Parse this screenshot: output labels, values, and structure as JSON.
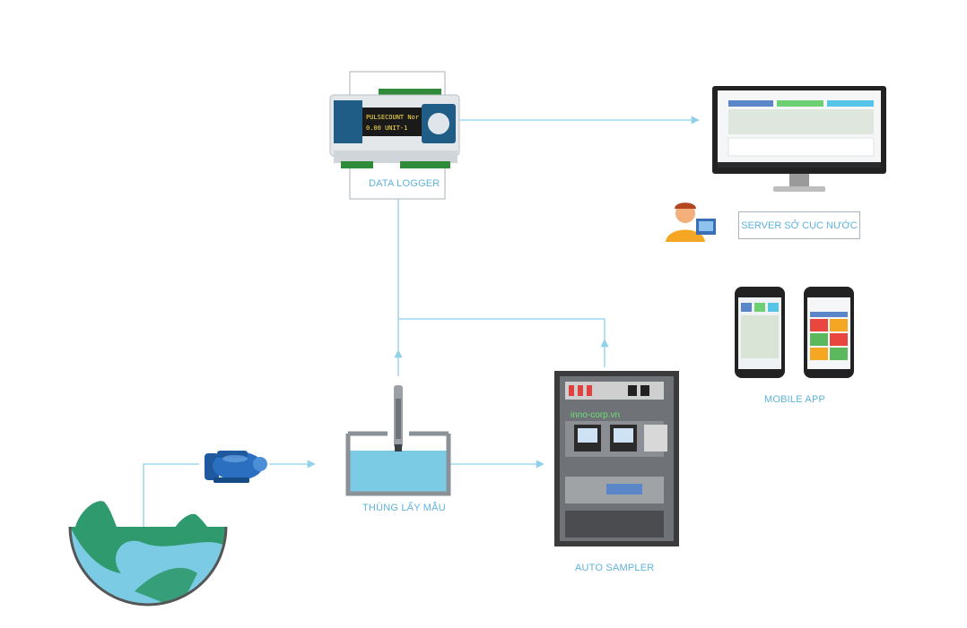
{
  "labels": {
    "data_logger": "DATA LOGGER",
    "server": "SERVER SỞ CỤC NƯỚC",
    "mobile_app": "MOBILE APP",
    "tank": "THÙNG LẤY MẪU",
    "auto_sampler": "AUTO SAMPLER",
    "watermark": "inno-corp.vn"
  },
  "logger_screen": {
    "line1": "PULSECOUNT  Nor",
    "line2": "0.00 UNIT-1"
  },
  "colors": {
    "connector": "#8fd0ea",
    "water": "#7ccbe4",
    "hill": "#2f9a6e",
    "river": "#6fc2e0",
    "tank_outline": "#8a9298",
    "label": "#5fb3da"
  }
}
